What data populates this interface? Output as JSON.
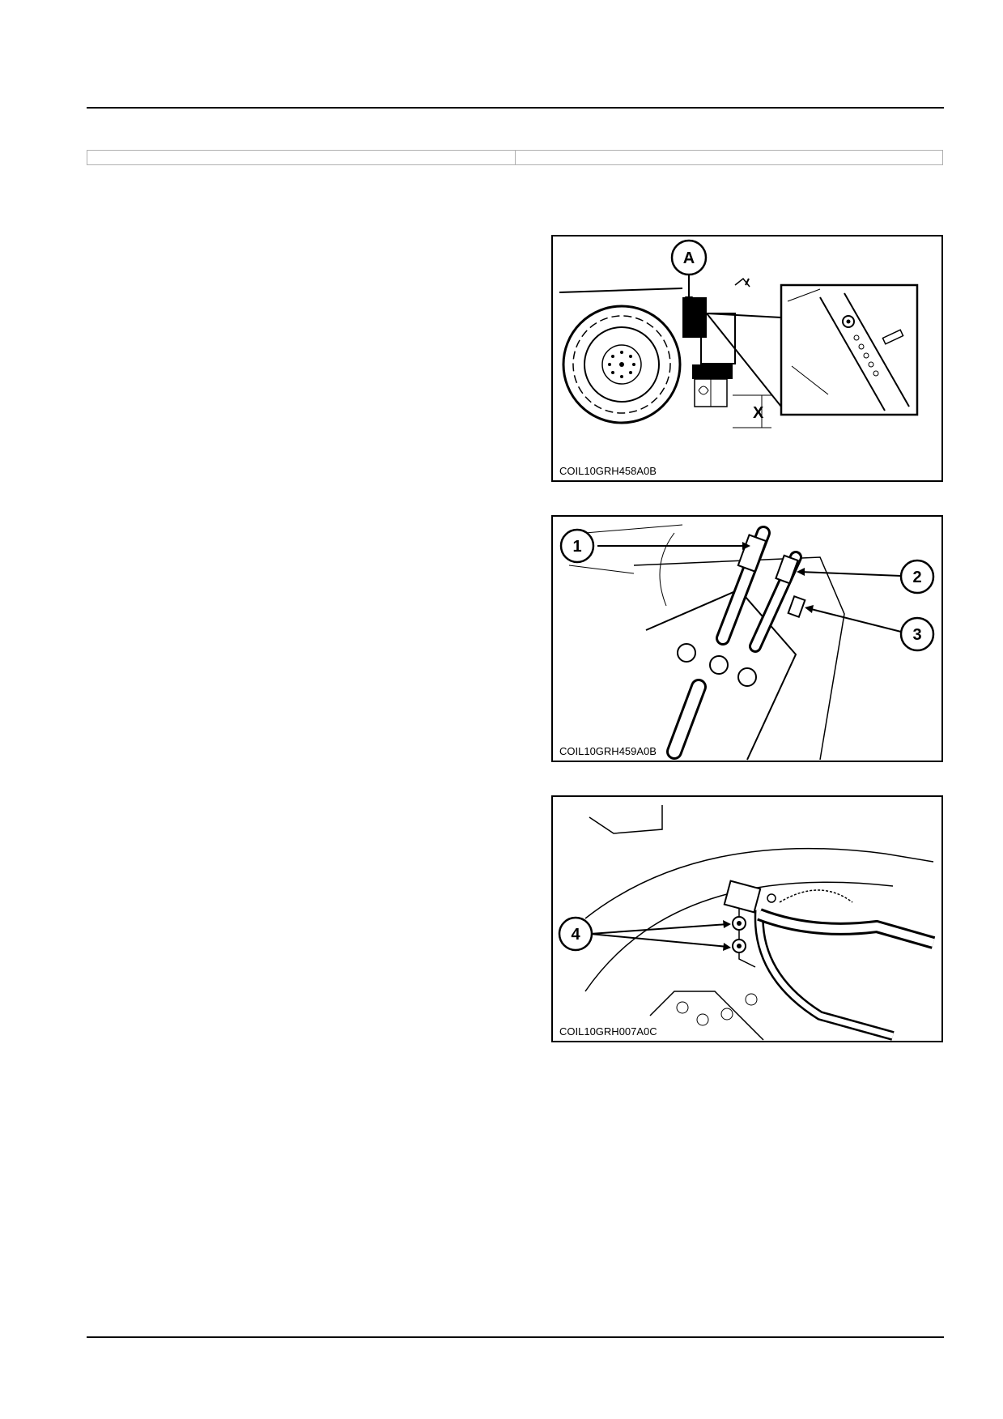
{
  "header": {
    "cells": [
      "",
      ""
    ]
  },
  "figures": [
    {
      "caption": "COIL10GRH458A0B",
      "callouts": [
        "A"
      ],
      "dimension_label": "X"
    },
    {
      "caption": "COIL10GRH459A0B",
      "callouts": [
        "1",
        "2",
        "3"
      ]
    },
    {
      "caption": "COIL10GRH007A0C",
      "callouts": [
        "4"
      ]
    }
  ]
}
